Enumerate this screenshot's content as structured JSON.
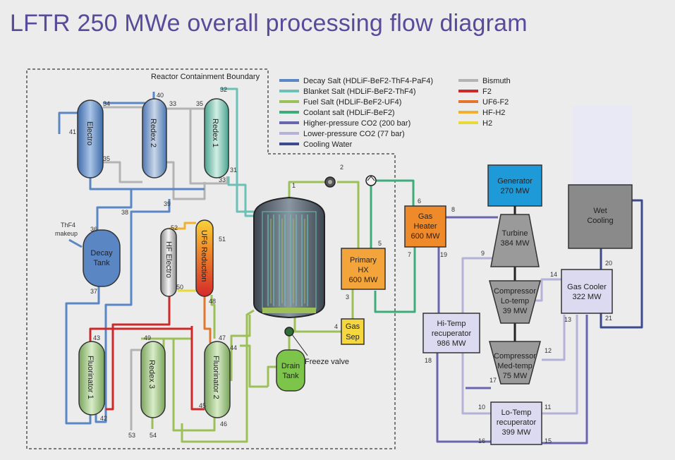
{
  "title": "LFTR 250 MWe overall processing flow diagram",
  "boundary_label": "Reactor Containment Boundary",
  "legend": [
    {
      "label": "Decay Salt (HDLiF-BeF2-ThF4-PaF4)",
      "color": "#5b86c4"
    },
    {
      "label": "Blanket Salt (HDLiF-BeF2-ThF4)",
      "color": "#6cc0b6"
    },
    {
      "label": "Fuel Salt (HDLiF-BeF2-UF4)",
      "color": "#9cbf58"
    },
    {
      "label": "Coolant salt (HDLiF-BeF2)",
      "color": "#3eab7a"
    },
    {
      "label": "Higher-pressure CO2 (200 bar)",
      "color": "#6a66ae"
    },
    {
      "label": "Lower-pressure CO2 (77 bar)",
      "color": "#b4b2d8"
    },
    {
      "label": "Cooling Water",
      "color": "#3c4a8e"
    },
    {
      "label": "Bismuth",
      "color": "#b3b3b3"
    },
    {
      "label": "F2",
      "color": "#cc2a2a"
    },
    {
      "label": "UF6-F2",
      "color": "#e2762c"
    },
    {
      "label": "HF-H2",
      "color": "#f0b22e"
    },
    {
      "label": "H2",
      "color": "#e8d838"
    }
  ],
  "equipment": {
    "electro": "Electro",
    "redex2": "Redex 2",
    "redex1": "Redex 1",
    "decay_tank": [
      "Decay",
      "Tank"
    ],
    "thf4_makeup": [
      "ThF4",
      "makeup"
    ],
    "hf_electro": "HF Electro",
    "uf6_reduction": "UF6 Reduction",
    "fluorinator1": "Fluorinator 1",
    "redex3": "Redex 3",
    "fluorinator2": "Fluorinator 2",
    "primary_hx": [
      "Primary",
      "HX",
      "600 MW"
    ],
    "gas_sep": [
      "Gas",
      "Sep"
    ],
    "drain_tank": [
      "Drain",
      "Tank"
    ],
    "freeze_valve": "Freeze valve",
    "gas_heater": [
      "Gas",
      "Heater",
      "600 MW"
    ],
    "generator": [
      "Generator",
      "270 MW"
    ],
    "turbine": [
      "Turbine",
      "384 MW"
    ],
    "compressor_lo": [
      "Compressor",
      "Lo-temp",
      "39 MW"
    ],
    "compressor_med": [
      "Compressor",
      "Med-temp",
      "75 MW"
    ],
    "hi_recup": [
      "Hi-Temp",
      "recuperator",
      "986 MW"
    ],
    "lo_recup": [
      "Lo-Temp",
      "recuperator",
      "399 MW"
    ],
    "gas_cooler": [
      "Gas Cooler",
      "322 MW"
    ],
    "wet_cooling": [
      "Wet",
      "Cooling"
    ]
  },
  "stream_numbers": [
    "1",
    "2",
    "3",
    "4",
    "5",
    "6",
    "7",
    "8",
    "9",
    "10",
    "11",
    "12",
    "13",
    "14",
    "15",
    "16",
    "17",
    "18",
    "19",
    "20",
    "21",
    "31",
    "32",
    "33",
    "33",
    "34",
    "35",
    "35",
    "36",
    "37",
    "38",
    "39",
    "40",
    "41",
    "42",
    "43",
    "44",
    "45",
    "46",
    "47",
    "48",
    "49",
    "50",
    "51",
    "52",
    "53",
    "54"
  ]
}
